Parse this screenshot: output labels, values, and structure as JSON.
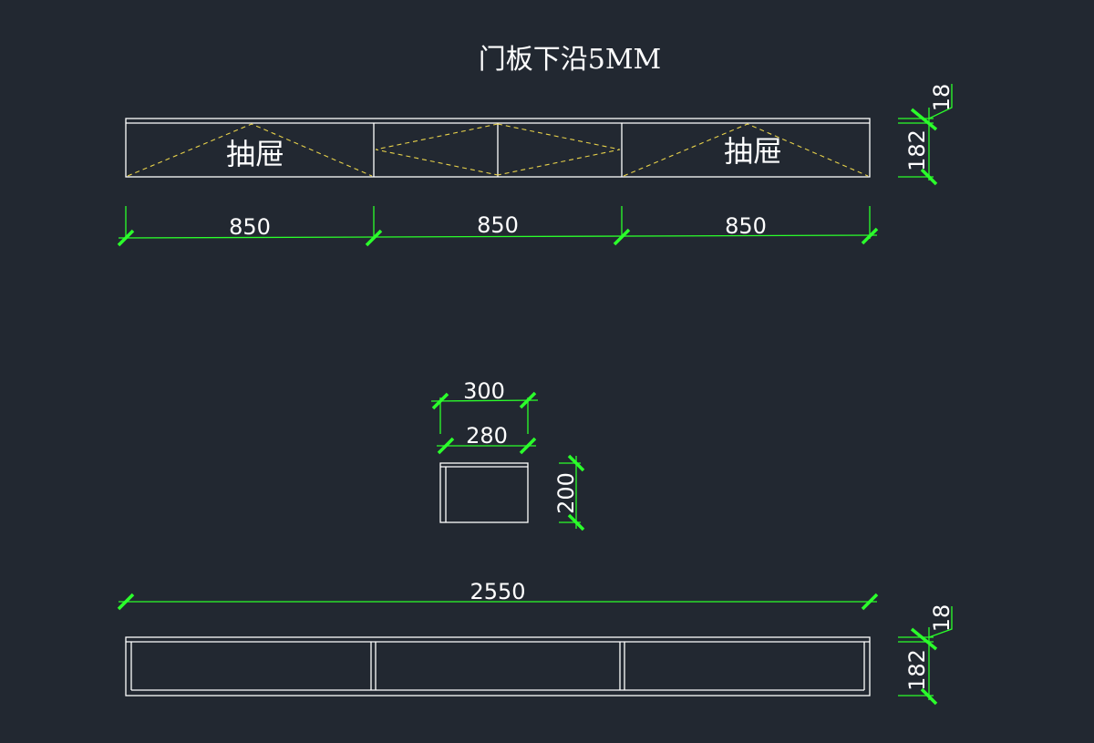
{
  "title": "门板下沿5MM",
  "top_cabinet": {
    "drawer_label_left": "抽屉",
    "drawer_label_right": "抽屉",
    "widths": [
      "850",
      "850",
      "850"
    ],
    "height": "182",
    "thickness": "18"
  },
  "section": {
    "outer_width": "300",
    "inner_width": "280",
    "height": "200"
  },
  "bottom_cabinet": {
    "total_width": "2550",
    "height": "182",
    "thickness": "18"
  },
  "colors": {
    "background": "#222831",
    "outline": "#ffffff",
    "dimension": "#2bff2b",
    "hidden_line": "#e8d24a"
  }
}
